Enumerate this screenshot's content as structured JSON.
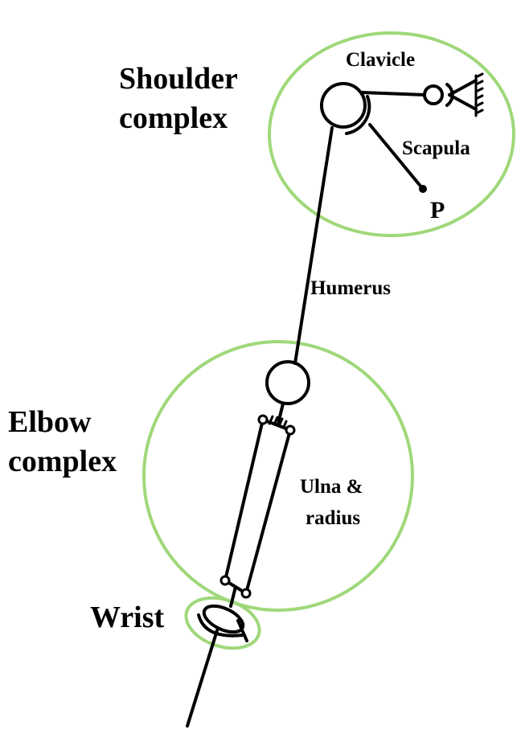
{
  "diagram": {
    "type": "kinematic-model-upper-limb",
    "highlight_color": "#9fd87a",
    "line_color": "#000000",
    "regions": [
      {
        "id": "shoulder",
        "label_line1": "Shoulder",
        "label_line2": "complex"
      },
      {
        "id": "elbow",
        "label_line1": "Elbow",
        "label_line2": "complex"
      },
      {
        "id": "wrist",
        "label": "Wrist"
      }
    ],
    "segments": {
      "clavicle": "Clavicle",
      "scapula": "Scapula",
      "point": "P",
      "humerus": "Humerus",
      "forearm_line1": "Ulna &",
      "forearm_line2": "radius"
    }
  }
}
